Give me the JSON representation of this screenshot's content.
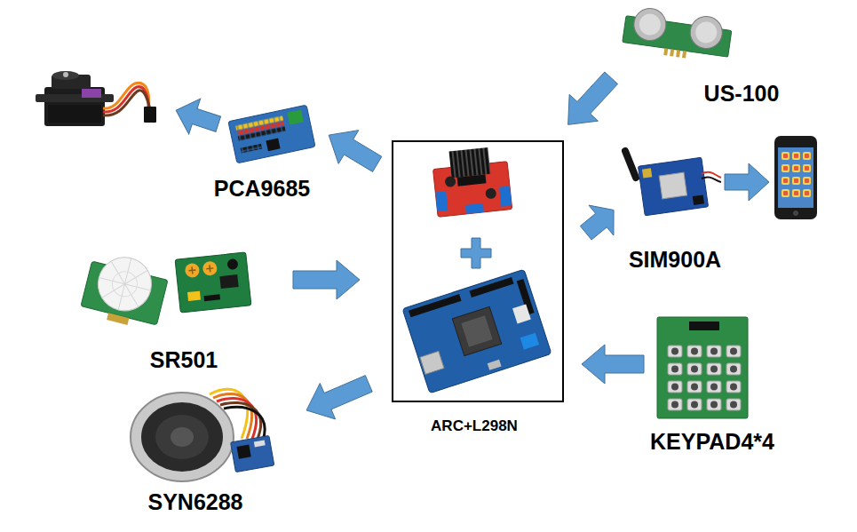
{
  "diagram": {
    "nodes": [
      {
        "text": [
          "US-100"
        ]
      },
      {
        "text": [
          "PCA9685"
        ]
      },
      {
        "text": [
          "ARC+L298N"
        ]
      },
      {
        "text": [
          "SIM900A"
        ]
      },
      {
        "text": [
          "SR501"
        ]
      },
      {
        "text": [
          "KEYPAD4*4"
        ]
      },
      {
        "text": [
          "SYN6288"
        ]
      }
    ],
    "edges": [
      {
        "from": 0,
        "to": 2,
        "arrow": "to"
      },
      {
        "from": 2,
        "to": 1,
        "arrow": "to"
      },
      {
        "from": 2,
        "to": 3,
        "arrow": "to"
      },
      {
        "from": 4,
        "to": 2,
        "arrow": "to"
      },
      {
        "from": 5,
        "to": 2,
        "arrow": "to"
      },
      {
        "from": 2,
        "to": 6,
        "arrow": "to"
      }
    ]
  }
}
